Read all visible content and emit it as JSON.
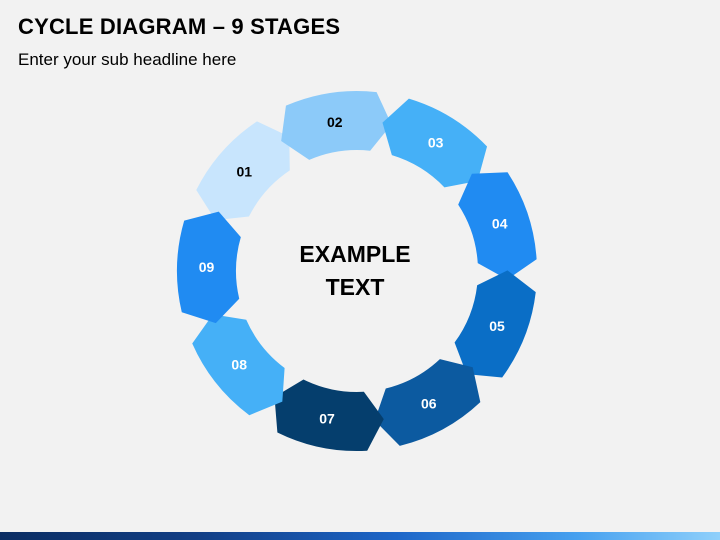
{
  "header": {
    "title": "CYCLE DIAGRAM – 9 STAGES",
    "subtitle": "Enter your sub headline here"
  },
  "diagram": {
    "center_line1": "EXAMPLE",
    "center_line2": "TEXT",
    "stages": [
      {
        "label": "01",
        "color": "#c8e5fd",
        "text_color": "#000000"
      },
      {
        "label": "02",
        "color": "#8ccaf9",
        "text_color": "#000000"
      },
      {
        "label": "03",
        "color": "#45b0f7",
        "text_color": "#ffffff"
      },
      {
        "label": "04",
        "color": "#208bf2",
        "text_color": "#ffffff"
      },
      {
        "label": "05",
        "color": "#0a6ec6",
        "text_color": "#ffffff"
      },
      {
        "label": "06",
        "color": "#0c5aa0",
        "text_color": "#ffffff"
      },
      {
        "label": "07",
        "color": "#053e6d",
        "text_color": "#ffffff"
      },
      {
        "label": "08",
        "color": "#45b0f7",
        "text_color": "#ffffff"
      },
      {
        "label": "09",
        "color": "#208bf2",
        "text_color": "#ffffff"
      }
    ]
  }
}
